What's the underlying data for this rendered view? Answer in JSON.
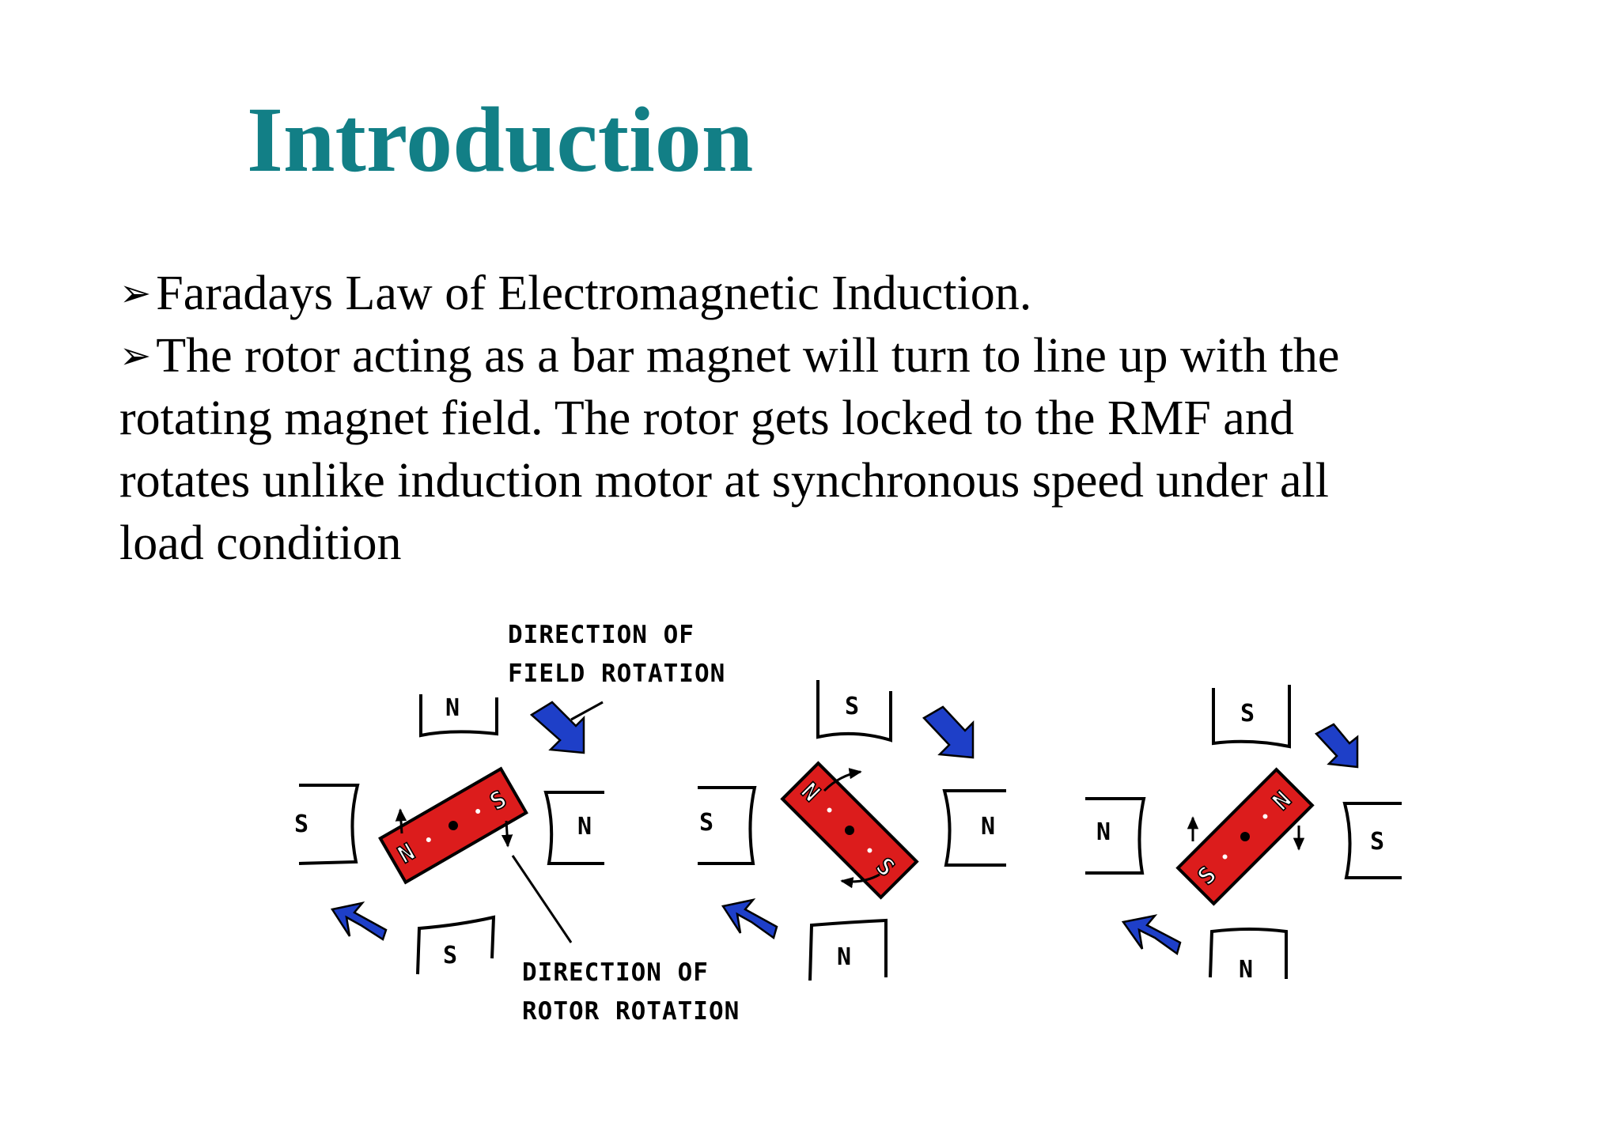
{
  "slide": {
    "title": "Introduction",
    "bullets": [
      {
        "marker": "➢",
        "text": "Faradays Law of Electromagnetic Induction."
      },
      {
        "marker": "➢",
        "text": "The rotor acting as a bar magnet will turn to line up with the rotating magnet field. The rotor gets locked to the RMF and rotates unlike induction motor at synchronous speed under all load condition"
      }
    ]
  },
  "figure": {
    "labels": {
      "field_line1": "DIRECTION OF",
      "field_line2": "FIELD ROTATION",
      "rotor_line1": "DIRECTION OF",
      "rotor_line2": "ROTOR ROTATION"
    },
    "colors": {
      "magnet": "#dc1c1c",
      "arrow": "#1e3fc8",
      "ink": "#000000"
    },
    "stages": [
      {
        "poles": {
          "top": "N",
          "left": "S",
          "right": "N",
          "bottom": "S"
        },
        "magnet_ends": {
          "a": "N",
          "b": "S"
        }
      },
      {
        "poles": {
          "top": "S",
          "left": "S",
          "right": "N",
          "bottom": "N"
        },
        "magnet_ends": {
          "a": "N",
          "b": "S"
        }
      },
      {
        "poles": {
          "top": "S",
          "left": "N",
          "right": "S",
          "bottom": "N"
        },
        "magnet_ends": {
          "a": "S",
          "b": "N"
        }
      }
    ]
  }
}
